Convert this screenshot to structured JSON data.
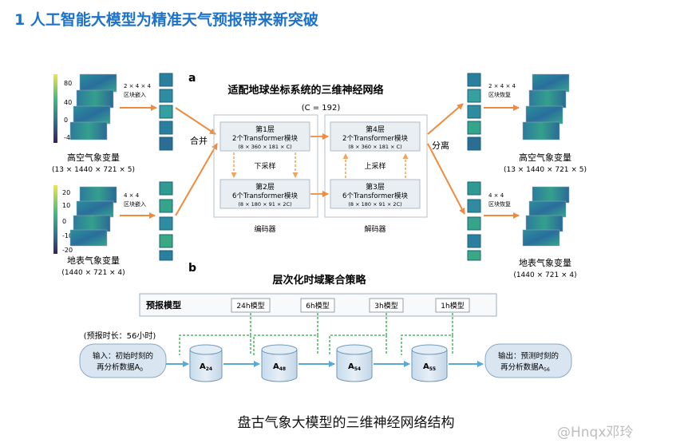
{
  "heading": "1 人工智能大模型为精准天气预报带来新突破",
  "caption": "盘古气象大模型的三维神经网络结构",
  "watermark": "@Hnqx邓玲",
  "panel_a": {
    "label": "a",
    "title": "适配地球坐标系统的三维神经网络",
    "channels": "(C = 192)",
    "upper_input": {
      "colorbar_ticks": [
        "80",
        "40",
        "0",
        "-40"
      ],
      "name": "高空气象变量",
      "dims": "(13 × 1440 × 721 × 5)",
      "embed_line1": "2 × 4 × 4",
      "embed_line2": "区块嵌入"
    },
    "surface_input": {
      "colorbar_ticks": [
        "20",
        "10",
        "0",
        "-10",
        "-20"
      ],
      "name": "地表气象变量",
      "dims": "(1440 × 721 × 4)",
      "embed_line1": "4 × 4",
      "embed_line2": "区块嵌入"
    },
    "merge_label": "合并",
    "split_label": "分离",
    "encoder_label": "编码器",
    "decoder_label": "解码器",
    "downsample_label": "下采样",
    "upsample_label": "上采样",
    "layers": {
      "l1": {
        "title": "第1层",
        "desc": "2个Transformer模块",
        "shape": "(8 × 360 × 181 × C)"
      },
      "l2": {
        "title": "第2层",
        "desc": "6个Transformer模块",
        "shape": "(8 × 180 × 91 × 2C)"
      },
      "l3": {
        "title": "第3层",
        "desc": "6个Transformer模块",
        "shape": "(8 × 180 × 91 × 2C)"
      },
      "l4": {
        "title": "第4层",
        "desc": "2个Transformer模块",
        "shape": "(8 × 360 × 181 × C)"
      }
    },
    "upper_output": {
      "name": "高空气象变量",
      "dims": "(13 × 1440 × 721 × 5)",
      "recover_line1": "2 × 4 × 4",
      "recover_line2": "区块恢复"
    },
    "surface_output": {
      "name": "地表气象变量",
      "dims": "(1440 × 721 × 4)",
      "recover_line1": "4 × 4",
      "recover_line2": "区块恢复"
    }
  },
  "panel_b": {
    "label": "b",
    "title": "层次化时域聚合策略",
    "models_label": "预报模型",
    "models": [
      "24h模型",
      "6h模型",
      "3h模型",
      "1h模型"
    ],
    "lead_time": "(预报时长：56小时)",
    "input_line1": "输入：初始时刻的",
    "input_line2": "再分析数据A",
    "input_sub": "0",
    "steps": [
      {
        "symbol": "A",
        "sub": "24"
      },
      {
        "symbol": "A",
        "sub": "48"
      },
      {
        "symbol": "A",
        "sub": "54"
      },
      {
        "symbol": "A",
        "sub": "55"
      }
    ],
    "output_line1": "输出：预测时刻的",
    "output_line2": "再分析数据A",
    "output_sub": "56"
  },
  "colors": {
    "heading_blue": "#1d72c9",
    "arrow_orange": "#f08a3c",
    "dashed_orange": "#f3a35b",
    "dashed_green": "#2faa4f",
    "flow_blue": "#59a9d6",
    "box_fill": "#e9eef2",
    "cylinder_fill": "#d9e6f1"
  }
}
